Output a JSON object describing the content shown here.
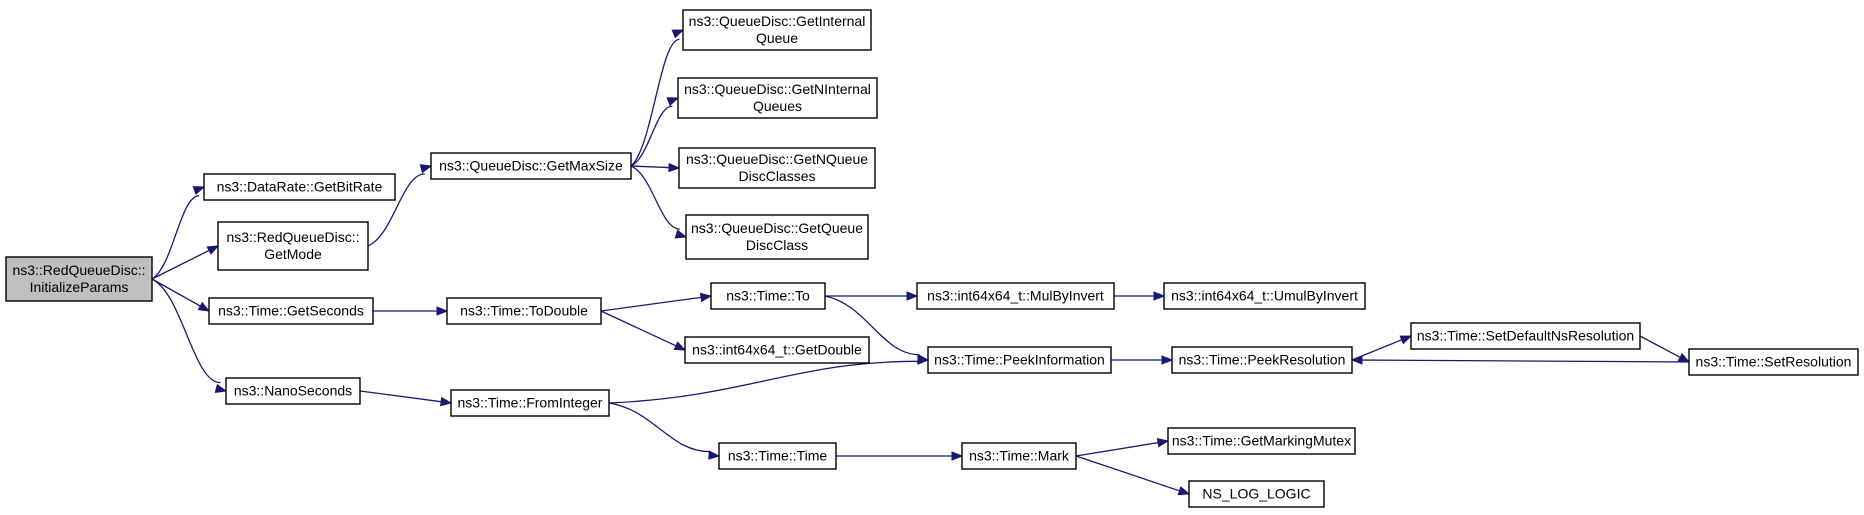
{
  "graph": {
    "nodes": [
      {
        "id": "root",
        "lines": [
          "ns3::RedQueueDisc::",
          "InitializeParams"
        ],
        "root": true
      },
      {
        "id": "bitrate",
        "lines": [
          "ns3::DataRate::GetBitRate"
        ]
      },
      {
        "id": "getmode",
        "lines": [
          "ns3::RedQueueDisc::",
          "GetMode"
        ]
      },
      {
        "id": "getseconds",
        "lines": [
          "ns3::Time::GetSeconds"
        ]
      },
      {
        "id": "nanoseconds",
        "lines": [
          "ns3::NanoSeconds"
        ]
      },
      {
        "id": "getmaxsize",
        "lines": [
          "ns3::QueueDisc::GetMaxSize"
        ]
      },
      {
        "id": "getinternalqueue",
        "lines": [
          "ns3::QueueDisc::GetInternal",
          "Queue"
        ]
      },
      {
        "id": "getninternalqueues",
        "lines": [
          "ns3::QueueDisc::GetNInternal",
          "Queues"
        ]
      },
      {
        "id": "getnqueuediscclasses",
        "lines": [
          "ns3::QueueDisc::GetNQueue",
          "DiscClasses"
        ]
      },
      {
        "id": "getqueuediscclass",
        "lines": [
          "ns3::QueueDisc::GetQueue",
          "DiscClass"
        ]
      },
      {
        "id": "todouble",
        "lines": [
          "ns3::Time::ToDouble"
        ]
      },
      {
        "id": "to",
        "lines": [
          "ns3::Time::To"
        ]
      },
      {
        "id": "getdouble",
        "lines": [
          "ns3::int64x64_t::GetDouble"
        ]
      },
      {
        "id": "mulbyinvert",
        "lines": [
          "ns3::int64x64_t::MulByInvert"
        ]
      },
      {
        "id": "umulbyinvert",
        "lines": [
          "ns3::int64x64_t::UmulByInvert"
        ]
      },
      {
        "id": "peekinformation",
        "lines": [
          "ns3::Time::PeekInformation"
        ]
      },
      {
        "id": "peekresolution",
        "lines": [
          "ns3::Time::PeekResolution"
        ]
      },
      {
        "id": "setdefaultnsresolution",
        "lines": [
          "ns3::Time::SetDefaultNsResolution"
        ]
      },
      {
        "id": "setresolution",
        "lines": [
          "ns3::Time::SetResolution"
        ]
      },
      {
        "id": "frominteger",
        "lines": [
          "ns3::Time::FromInteger"
        ]
      },
      {
        "id": "time",
        "lines": [
          "ns3::Time::Time"
        ]
      },
      {
        "id": "mark",
        "lines": [
          "ns3::Time::Mark"
        ]
      },
      {
        "id": "getmarkingmutex",
        "lines": [
          "ns3::Time::GetMarkingMutex"
        ]
      },
      {
        "id": "nsloglogic",
        "lines": [
          "NS_LOG_LOGIC"
        ]
      }
    ],
    "edges": [
      {
        "from": "root",
        "to": "bitrate"
      },
      {
        "from": "root",
        "to": "getmode"
      },
      {
        "from": "root",
        "to": "getseconds"
      },
      {
        "from": "root",
        "to": "nanoseconds"
      },
      {
        "from": "getmode",
        "to": "getmaxsize"
      },
      {
        "from": "getmaxsize",
        "to": "getinternalqueue"
      },
      {
        "from": "getmaxsize",
        "to": "getninternalqueues"
      },
      {
        "from": "getmaxsize",
        "to": "getnqueuediscclasses"
      },
      {
        "from": "getmaxsize",
        "to": "getqueuediscclass"
      },
      {
        "from": "getseconds",
        "to": "todouble"
      },
      {
        "from": "todouble",
        "to": "to"
      },
      {
        "from": "todouble",
        "to": "getdouble"
      },
      {
        "from": "to",
        "to": "mulbyinvert"
      },
      {
        "from": "to",
        "to": "peekinformation"
      },
      {
        "from": "mulbyinvert",
        "to": "umulbyinvert"
      },
      {
        "from": "peekinformation",
        "to": "peekresolution"
      },
      {
        "from": "peekresolution",
        "to": "setdefaultnsresolution"
      },
      {
        "from": "setdefaultnsresolution",
        "to": "setresolution"
      },
      {
        "from": "setresolution",
        "to": "peekresolution"
      },
      {
        "from": "nanoseconds",
        "to": "frominteger"
      },
      {
        "from": "frominteger",
        "to": "peekinformation"
      },
      {
        "from": "frominteger",
        "to": "time"
      },
      {
        "from": "time",
        "to": "mark"
      },
      {
        "from": "mark",
        "to": "getmarkingmutex"
      },
      {
        "from": "mark",
        "to": "nsloglogic"
      }
    ]
  }
}
